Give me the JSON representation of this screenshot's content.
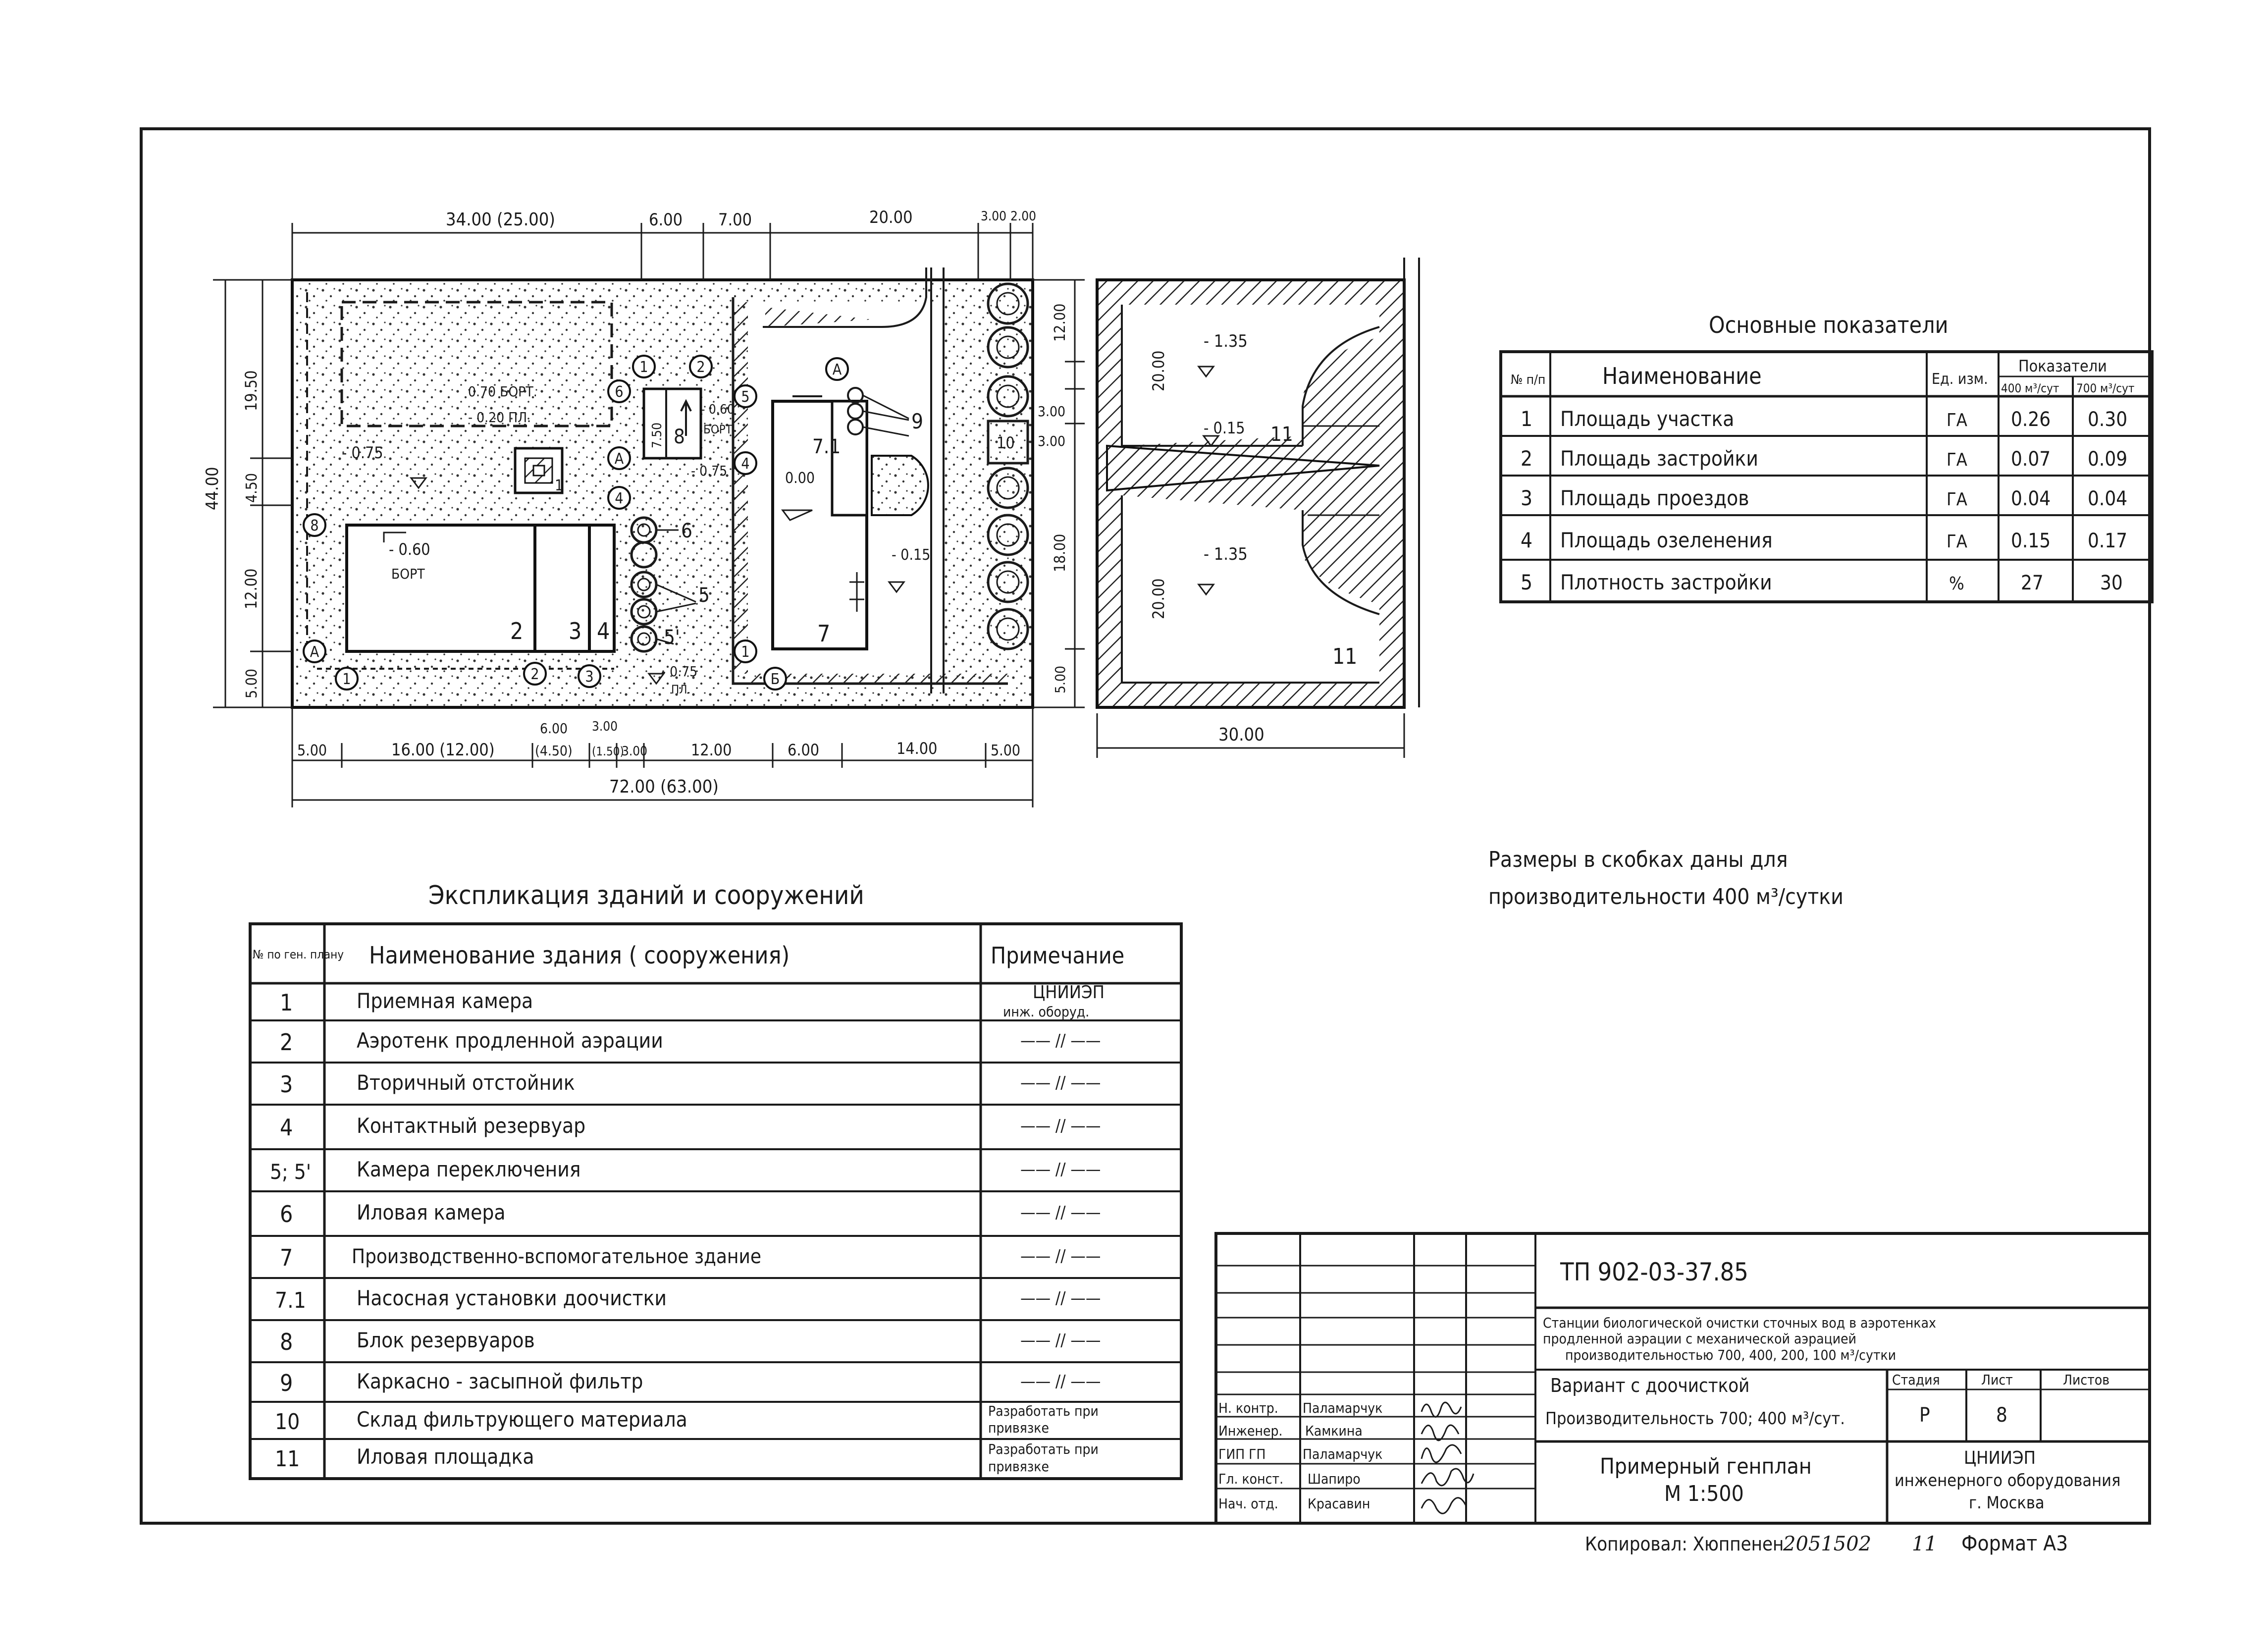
{
  "site_plan": {
    "top_dims": [
      "34.00 (25.00)",
      "6.00",
      "7.00",
      "20.00",
      "3.00",
      "2.00"
    ],
    "left_dims": [
      "19.50",
      "4.50",
      "12.00",
      "5.00"
    ],
    "overall_height": "44.00",
    "bottom_dims": [
      "5.00",
      "16.00 (12.00)",
      "6.00",
      "(4.50)",
      "3.00",
      "(1.50)",
      "3.00",
      "12.00",
      "6.00",
      "14.00",
      "5.00"
    ],
    "overall_width": "72.00 (63.00)",
    "right_dims": [
      "12.00",
      "3.00",
      "3.00",
      "18.00",
      "5.00"
    ],
    "elev_075_left": "- 0.75",
    "elev_070": "0.70 БОРТ.",
    "elev_020": "- 0.20 ПЛ.",
    "elev_060_borth": "- 0.60",
    "bort_label": "БОРТ",
    "elev_060_mid": "- 0.60",
    "bort_label_mid": "БОРТ",
    "elev_075_mid": "- 0.75",
    "elev_000": "0.00",
    "elev_015": "- 0.15",
    "elev_075_bot": "- 0.75",
    "pl_label": "ПЛ.",
    "dim_750": "7.50",
    "marks": {
      "m1": "1",
      "m2": "2",
      "m3": "3",
      "m4": "4",
      "m5": "5",
      "m5p": "5'",
      "m6": "6",
      "m7": "7",
      "m71": "7.1",
      "m8": "8",
      "m9": "9",
      "m10": "10",
      "mA": "А",
      "mB": "Б"
    }
  },
  "sludge_plan": {
    "dims_20_top": "20.00",
    "dims_20_bot": "20.00",
    "width_dim": "30.00",
    "elev_135_top": "- 1.35",
    "elev_015": "- 0.15",
    "elev_135_bot": "- 1.35",
    "mark_11_top": "11",
    "mark_11_bot": "11"
  },
  "indicators": {
    "title": "Основные показатели",
    "headers": {
      "num": "№ п/п",
      "name": "Наименование",
      "unit": "Ед. изм.",
      "group": "Показатели",
      "col400": "400 м³/сут",
      "col700": "700 м³/сут"
    },
    "rows": [
      {
        "num": "1",
        "name": "Площадь участка",
        "unit": "ГА",
        "v400": "0.26",
        "v700": "0.30"
      },
      {
        "num": "2",
        "name": "Площадь застройки",
        "unit": "ГА",
        "v400": "0.07",
        "v700": "0.09"
      },
      {
        "num": "3",
        "name": "Площадь проездов",
        "unit": "ГА",
        "v400": "0.04",
        "v700": "0.04"
      },
      {
        "num": "4",
        "name": "Площадь озеленения",
        "unit": "ГА",
        "v400": "0.15",
        "v700": "0.17"
      },
      {
        "num": "5",
        "name": "Плотность застройки",
        "unit": "%",
        "v400": "27",
        "v700": "30"
      }
    ]
  },
  "note": {
    "line1": "Размеры в скобках даны для",
    "line2": "производительности   400 м³/сутки"
  },
  "explication": {
    "title": "Экспликация   зданий   и сооружений",
    "headers": {
      "num": "№ по ген. плану",
      "name": "Наименование   здания ( сооружения)",
      "remark": "Примечание"
    },
    "rows": [
      {
        "num": "1",
        "name": "Приемная   камера",
        "remark": "ЦНИИЭП",
        "remark2": "инж. оборуд."
      },
      {
        "num": "2",
        "name": "Аэротенк   продленной аэрации",
        "remark": "—— // ——",
        "remark2": ""
      },
      {
        "num": "3",
        "name": "Вторичный   отстойник",
        "remark": "—— // ——",
        "remark2": ""
      },
      {
        "num": "4",
        "name": "Контактный   резервуар",
        "remark": "—— // ——",
        "remark2": ""
      },
      {
        "num": "5; 5'",
        "name": "Камера   переключения",
        "remark": "—— // ——",
        "remark2": ""
      },
      {
        "num": "6",
        "name": "Иловая   камера",
        "remark": "—— // ——",
        "remark2": ""
      },
      {
        "num": "7",
        "name": "Производственно-вспомогательное   здание",
        "remark": "—— // ——",
        "remark2": ""
      },
      {
        "num": "7.1",
        "name": "Насосная   установки   доочистки",
        "remark": "—— // ——",
        "remark2": ""
      },
      {
        "num": "8",
        "name": "Блок   резервуаров",
        "remark": "—— // ——",
        "remark2": ""
      },
      {
        "num": "9",
        "name": "Каркасно - засыпной   фильтр",
        "remark": "—— // ——",
        "remark2": ""
      },
      {
        "num": "10",
        "name": "Склад   фильтрующего   материала",
        "remark": "Разработать при",
        "remark2": "привязке"
      },
      {
        "num": "11",
        "name": "Иловая   площадка",
        "remark": "Разработать при",
        "remark2": "привязке"
      }
    ]
  },
  "title_block": {
    "code": "ТП 902-03-37.85",
    "project": [
      "Станции биологической очистки сточных вод в аэротенках",
      "продленной аэрации с механической аэрацией",
      "производительностью   700, 400, 200, 100 м³/сутки"
    ],
    "variant_line1": "Вариант с доочисткой",
    "variant_line2": "Производительность 700; 400 м³/сут.",
    "stage_h": "Стадия",
    "sheet_h": "Лист",
    "sheets_h": "Листов",
    "stage": "Р",
    "sheet": "8",
    "sheets": "",
    "sheet_title1": "Примерный   генплан",
    "sheet_title2": "М 1:500",
    "org1": "ЦНИИЭП",
    "org2": "инженерного оборудования",
    "org3": "г. Москва",
    "roles": [
      {
        "role": "Н. контр.",
        "name": "Паламарчук"
      },
      {
        "role": "Инженер.",
        "name": "Камкина"
      },
      {
        "role": "ГИП ГП",
        "name": "Паламарчук"
      },
      {
        "role": "Гл. конст.",
        "name": "Шапиро"
      },
      {
        "role": "Нач. отд.",
        "name": "Красавин"
      }
    ],
    "copied": "Копировал: Хюппенен",
    "copied_no": "2051502",
    "copied_sheet": "11",
    "format": "Формат А3"
  }
}
